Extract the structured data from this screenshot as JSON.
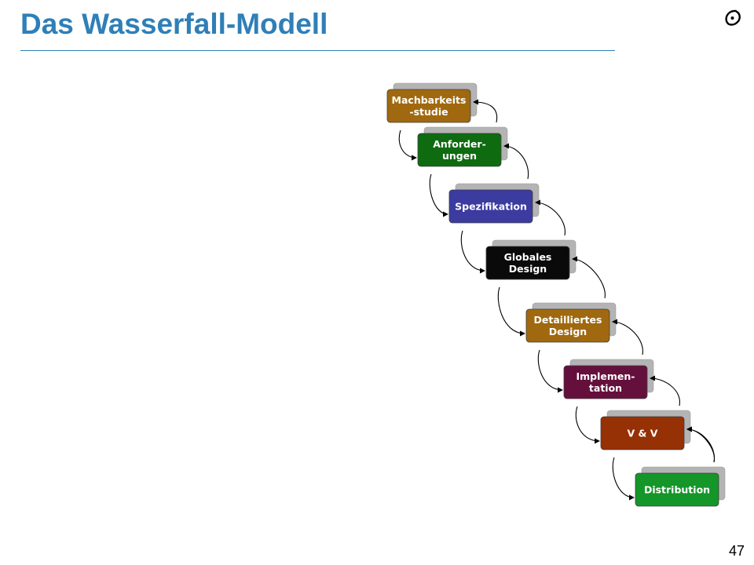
{
  "slide": {
    "title": "Das Wasserfall-Modell",
    "page_number": "47",
    "logo_icon": "eth-logo-icon",
    "title_color": "#2f7fb8"
  },
  "waterfall": {
    "steps": [
      {
        "lines": [
          "Machbarkeits",
          "-studie"
        ],
        "color": "#a0690f"
      },
      {
        "lines": [
          "Anforder-",
          "ungen"
        ],
        "color": "#0e6b10"
      },
      {
        "lines": [
          "Spezifikation"
        ],
        "color": "#3b3ba0"
      },
      {
        "lines": [
          "Globales",
          "Design"
        ],
        "color": "#0a0a0a"
      },
      {
        "lines": [
          "Detailliertes",
          "Design"
        ],
        "color": "#a0690f"
      },
      {
        "lines": [
          "Implemen-",
          "tation"
        ],
        "color": "#650f3c"
      },
      {
        "lines": [
          "V & V"
        ],
        "color": "#963005"
      },
      {
        "lines": [
          "Distribution"
        ],
        "color": "#149628"
      }
    ],
    "shadow_color": "#b4b4b4",
    "arrow_color": "#000000"
  }
}
